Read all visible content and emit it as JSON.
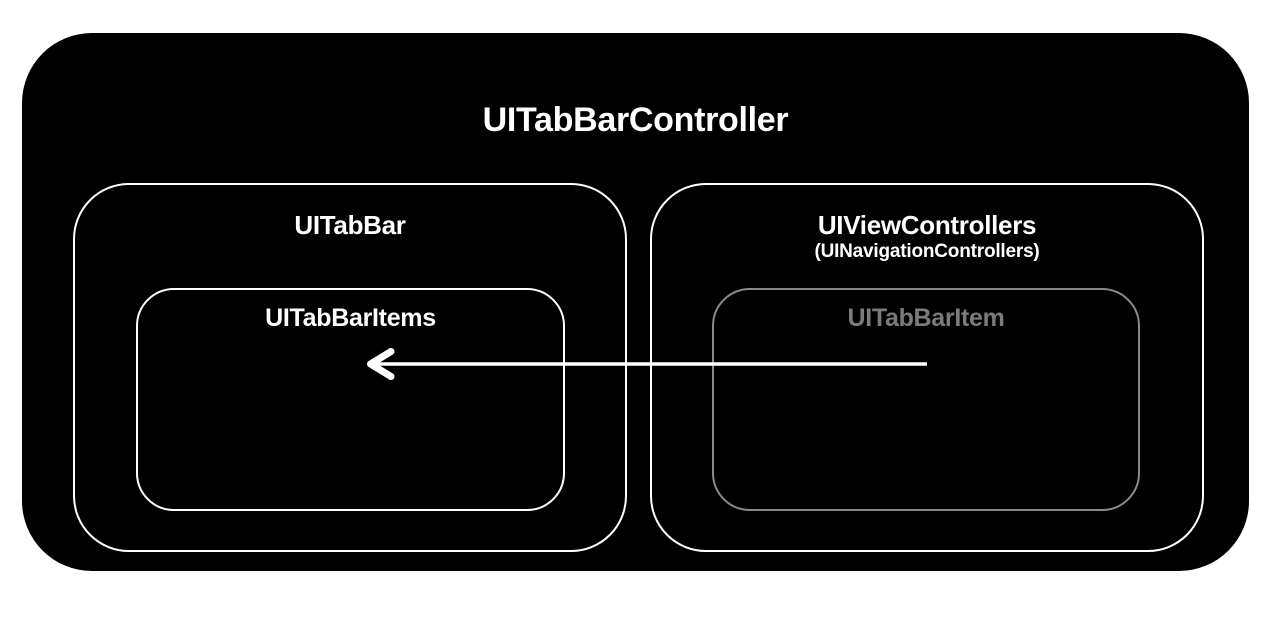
{
  "diagram": {
    "title": "UITabBarController",
    "tab_bar": {
      "title": "UITabBar",
      "items_box_title": "UITabBarItems"
    },
    "view_controllers": {
      "title": "UIViewControllers",
      "subtitle": "(UINavigationControllers)",
      "item_box_title": "UITabBarItem"
    },
    "arrow": {
      "direction": "left",
      "from": "UITabBarItem",
      "to": "UITabBarItems"
    },
    "colors": {
      "page_background": "#ffffff",
      "container_fill": "#000000",
      "primary_border": "#ffffff",
      "primary_text": "#ffffff",
      "muted_border": "#8a8a8a",
      "muted_text": "#7b7b7b",
      "arrow": "#ffffff"
    }
  }
}
